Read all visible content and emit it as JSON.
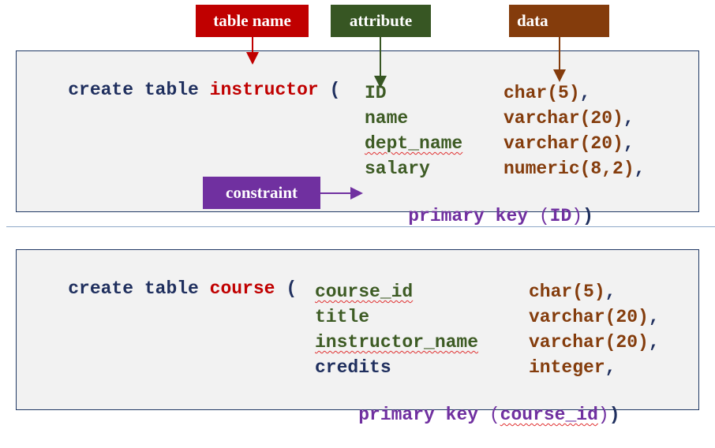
{
  "labels": {
    "table_name": "table name",
    "attribute": "attribute",
    "data": "data",
    "constraint": "constraint"
  },
  "instructor": {
    "keyword": "create table",
    "name": "instructor",
    "open_paren": "(",
    "rows": [
      {
        "attr": "ID",
        "type": "char(5)",
        "sep": ","
      },
      {
        "attr": "name",
        "type": "varchar(20)",
        "sep": ","
      },
      {
        "attr": "dept_name",
        "type": "varchar(20)",
        "sep": ","
      },
      {
        "attr": "salary",
        "type": "numeric(8,2)",
        "sep": ","
      }
    ],
    "pk_keyword": "primary key",
    "pk_open": "(",
    "pk_col": "ID",
    "pk_close": ")",
    "close": ")"
  },
  "course": {
    "keyword": "create table",
    "name": "course",
    "open_paren": "(",
    "rows": [
      {
        "attr": "course_id",
        "type": "char(5)",
        "sep": ","
      },
      {
        "attr": "title",
        "type": "varchar(20)",
        "sep": ","
      },
      {
        "attr": "instructor_name",
        "type": "varchar(20)",
        "sep": ","
      },
      {
        "attr": "credits",
        "type": "integer",
        "sep": ","
      }
    ],
    "pk_keyword": "primary key",
    "pk_open": "(",
    "pk_col": "course_id",
    "pk_close": ")",
    "close": ")"
  },
  "colors": {
    "keyword": "#1f2f5e",
    "table_name": "#c00000",
    "attribute": "#3d5b24",
    "data_type": "#843c0c",
    "constraint": "#7030a0"
  }
}
